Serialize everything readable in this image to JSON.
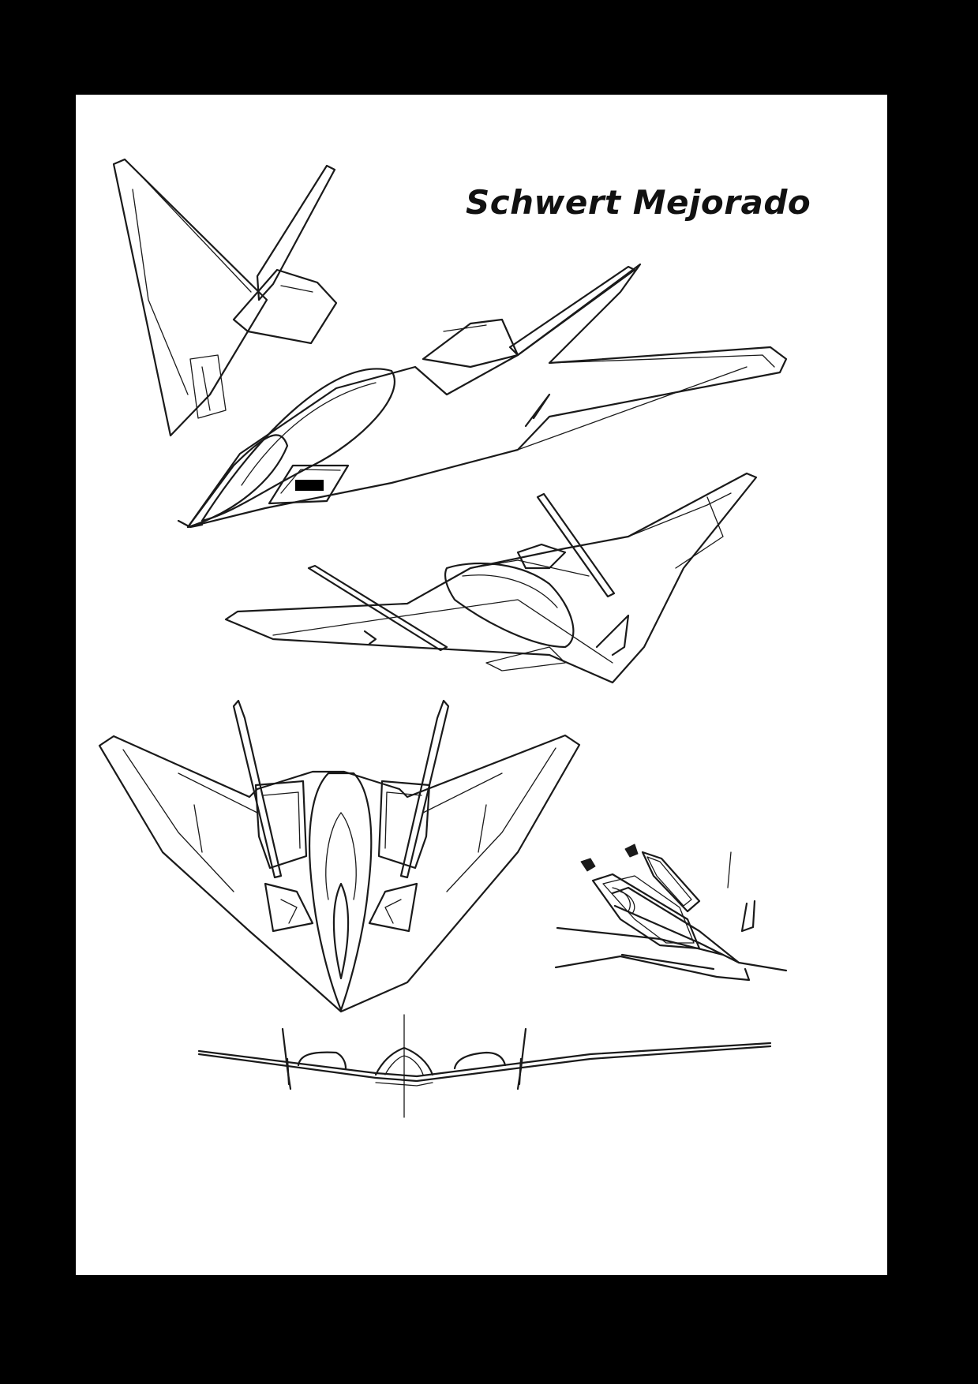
{
  "page": {
    "title": "Schwert Mejorado",
    "colors": {
      "frame": "#000000",
      "panel": "#ffffff",
      "ink": "#1a1a1a"
    }
  },
  "figures": [
    {
      "name": "perspective-view-top-left"
    },
    {
      "name": "perspective-view-right"
    },
    {
      "name": "top-down-view"
    },
    {
      "name": "cockpit-detail"
    },
    {
      "name": "front-view"
    }
  ]
}
